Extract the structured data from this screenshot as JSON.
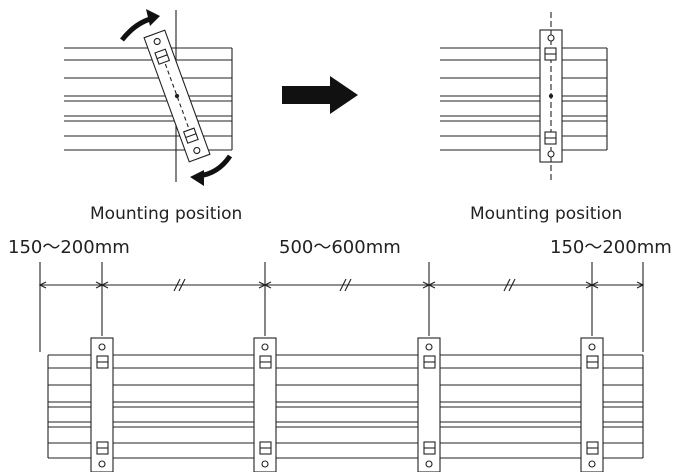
{
  "captions": {
    "left": "Mounting position",
    "right": "Mounting position"
  },
  "dimensions": {
    "end_left": "150～200mm",
    "middle": "500～600mm",
    "end_right": "150～200mm"
  },
  "colors": {
    "line": "#222222",
    "arrow": "#111111"
  },
  "icons": {
    "rotate_arrows": "rotate-arrow-icon",
    "transition_arrow": "right-arrow-icon"
  }
}
